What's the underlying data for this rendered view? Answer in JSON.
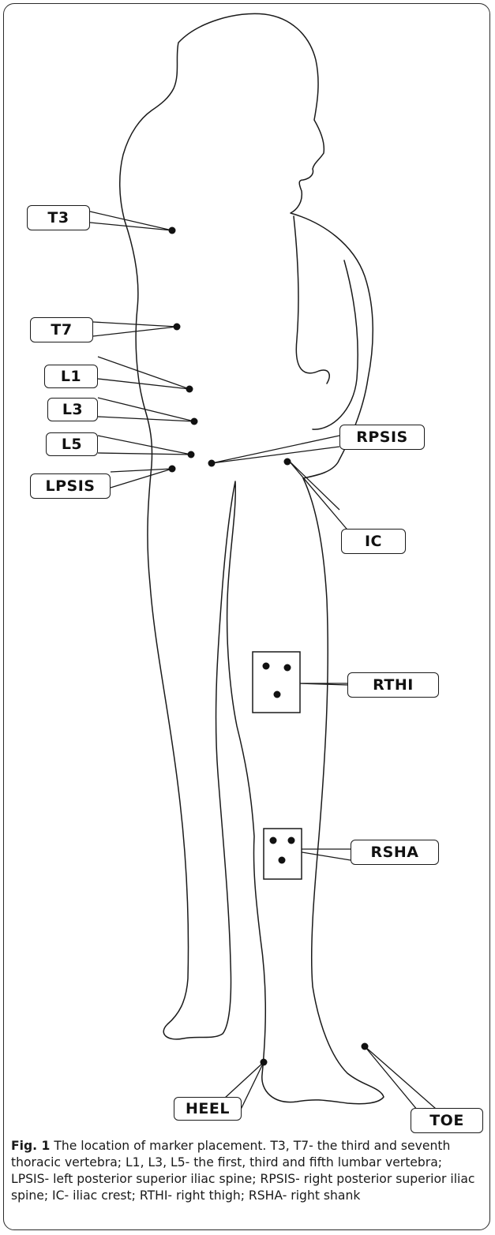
{
  "labels": {
    "t3": "T3",
    "t7": "T7",
    "l1": "L1",
    "l3": "L3",
    "l5": "L5",
    "lpsis": "LPSIS",
    "rpsis": "RPSIS",
    "ic": "IC",
    "rthi": "RTHI",
    "rsha": "RSHA",
    "heel": "HEEL",
    "toe": "TOE"
  },
  "caption": {
    "fig_label": "Fig. 1",
    "text": " The location of marker placement. T3, T7- the third and seventh thoracic vertebra; L1, L3, L5- the first, third and fifth lumbar vertebra; LPSIS- left posterior superior iliac spine; RPSIS- right posterior superior iliac spine; IC- iliac crest; RTHI- right thigh; RSHA- right shank"
  }
}
